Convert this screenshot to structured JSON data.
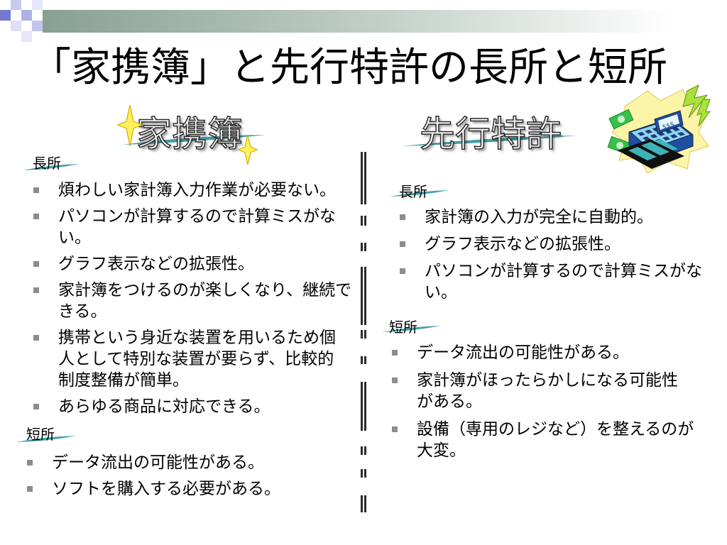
{
  "theme": {
    "accent": "#3f9ea8",
    "bullet": "#8c8c8c",
    "top_bar": "#87a091",
    "star": "#fff15a",
    "text": "#000000"
  },
  "icons": {
    "bullet": "square-bullet-icon",
    "heading_decoration": "sparkle-star-icon",
    "clipart": "cash-register-icon"
  },
  "slide": {
    "title": "「家携簿」と先行特許の長所と短所"
  },
  "left": {
    "heading": "家携簿",
    "pros": {
      "label": "長所",
      "items": [
        {
          "lines": [
            "煩わしい家計簿入力作業が必要ない。"
          ]
        },
        {
          "lines": [
            "パソコンが計算するので計算ミスがな",
            "い。"
          ]
        },
        {
          "lines": [
            "グラフ表示などの拡張性。"
          ]
        },
        {
          "lines": [
            "家計簿をつけるのが楽しくなり、継続で",
            "きる。"
          ]
        },
        {
          "lines": [
            "携帯という身近な装置を用いるため個",
            "人として特別な装置が要らず、比較的",
            "制度整備が簡単。"
          ]
        },
        {
          "lines": [
            "あらゆる商品に対応できる。"
          ]
        }
      ]
    },
    "cons": {
      "label": "短所",
      "items": [
        {
          "lines": [
            "データ流出の可能性がある。"
          ]
        },
        {
          "lines": [
            "ソフトを購入する必要がある。"
          ]
        }
      ]
    }
  },
  "right": {
    "heading": "先行特許",
    "pros": {
      "label": "長所",
      "items": [
        {
          "lines": [
            "家計簿の入力が完全に自動的。"
          ]
        },
        {
          "lines": [
            "グラフ表示などの拡張性。"
          ]
        },
        {
          "lines": [
            "パソコンが計算するので計算ミスがな",
            "い。"
          ]
        }
      ]
    },
    "cons": {
      "label": "短所",
      "items": [
        {
          "lines": [
            "データ流出の可能性がある。"
          ]
        },
        {
          "lines": [
            "家計簿がほったらかしになる可能性",
            "がある。"
          ]
        },
        {
          "lines": [
            "設備（専用のレジなど）を整えるのが",
            "大変。"
          ]
        }
      ]
    }
  },
  "clipart": {
    "register_display": "$$$"
  }
}
